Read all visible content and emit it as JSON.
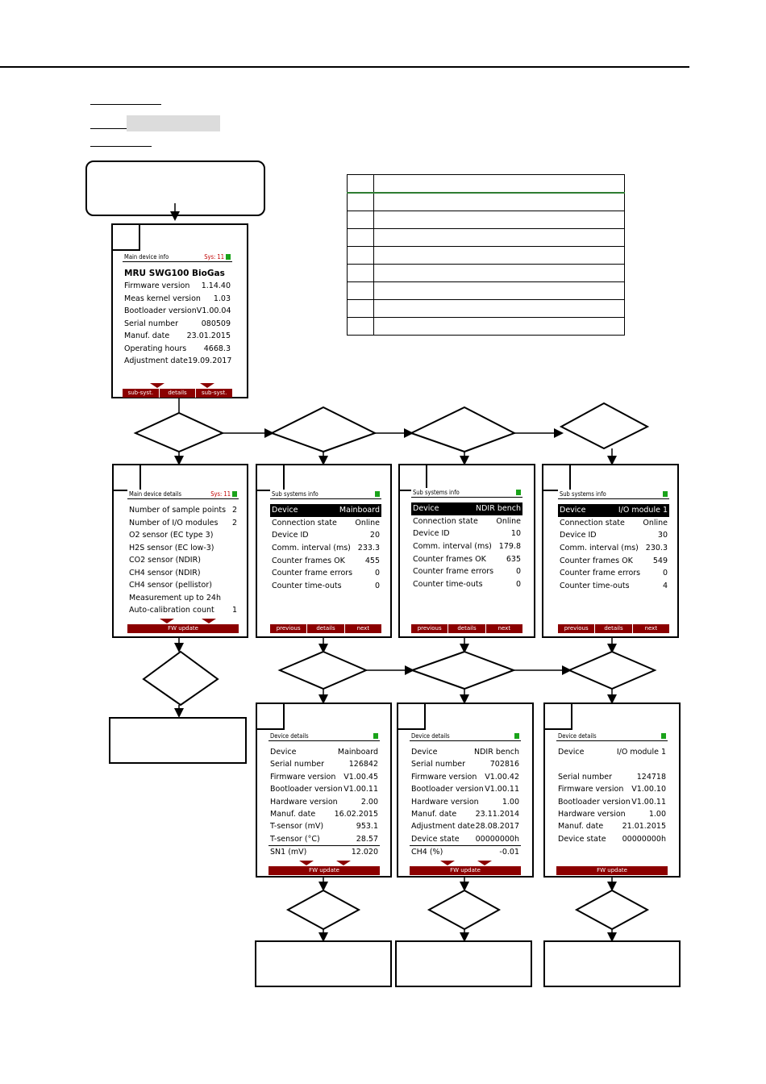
{
  "screens": {
    "main_info": {
      "header": "Main device info",
      "header_right": "Sys: 11",
      "title": "MRU SWG100 BioGas",
      "rows": [
        {
          "label": "Firmware version",
          "value": "1.14.40"
        },
        {
          "label": "Meas kernel version",
          "value": "1.03"
        },
        {
          "label": "Bootloader version",
          "value": "V1.00.04"
        },
        {
          "label": "Serial number",
          "value": "080509"
        },
        {
          "label": "Manuf. date",
          "value": "23.01.2015"
        },
        {
          "label": "Operating hours",
          "value": "4668.3"
        },
        {
          "label": "Adjustment date",
          "value": "19.09.2017"
        }
      ],
      "bar": [
        "sub-syst.",
        "details",
        "sub-syst."
      ]
    },
    "main_details": {
      "header": "Main device details",
      "header_right": "Sys: 11",
      "rows": [
        {
          "label": "Number of sample points",
          "value": "2"
        },
        {
          "label": "Number of I/O modules",
          "value": "2"
        },
        {
          "label": "O2 sensor (EC type 3)",
          "value": ""
        },
        {
          "label": "H2S sensor (EC low-3)",
          "value": ""
        },
        {
          "label": "CO2 sensor (NDIR)",
          "value": ""
        },
        {
          "label": "CH4 sensor (NDIR)",
          "value": ""
        },
        {
          "label": "CH4 sensor (pellistor)",
          "value": ""
        },
        {
          "label": "Measurement up to 24h",
          "value": ""
        },
        {
          "label": "Auto-calibration count",
          "value": "1"
        }
      ],
      "bar": [
        "FW update"
      ]
    },
    "sub_mainboard": {
      "header": "Sub systems info",
      "rows": [
        {
          "label": "Device",
          "value": "Mainboard"
        },
        {
          "label": "Connection state",
          "value": "Online"
        },
        {
          "label": "Device ID",
          "value": "20"
        },
        {
          "label": "Comm. interval (ms)",
          "value": "233.3"
        },
        {
          "label": "Counter frames OK",
          "value": "455"
        },
        {
          "label": "Counter frame errors",
          "value": "0"
        },
        {
          "label": "Counter time-outs",
          "value": "0"
        }
      ],
      "bar": [
        "previous",
        "details",
        "next"
      ]
    },
    "sub_ndir": {
      "header": "Sub systems info",
      "rows": [
        {
          "label": "Device",
          "value": "NDIR bench"
        },
        {
          "label": "Connection state",
          "value": "Online"
        },
        {
          "label": "Device ID",
          "value": "10"
        },
        {
          "label": "Comm. interval (ms)",
          "value": "179.8"
        },
        {
          "label": "Counter frames OK",
          "value": "635"
        },
        {
          "label": "Counter frame errors",
          "value": "0"
        },
        {
          "label": "Counter time-outs",
          "value": "0"
        }
      ],
      "bar": [
        "previous",
        "details",
        "next"
      ]
    },
    "sub_io": {
      "header": "Sub systems info",
      "rows": [
        {
          "label": "Device",
          "value": "I/O module 1"
        },
        {
          "label": "Connection state",
          "value": "Online"
        },
        {
          "label": "Device ID",
          "value": "30"
        },
        {
          "label": "Comm. interval (ms)",
          "value": "230.3"
        },
        {
          "label": "Counter frames OK",
          "value": "549"
        },
        {
          "label": "Counter frame errors",
          "value": "0"
        },
        {
          "label": "Counter time-outs",
          "value": "4"
        }
      ],
      "bar": [
        "previous",
        "details",
        "next"
      ]
    },
    "det_mainboard": {
      "header": "Device details",
      "rows": [
        {
          "label": "Device",
          "value": "Mainboard"
        },
        {
          "label": "Serial number",
          "value": "126842"
        },
        {
          "label": "Firmware version",
          "value": "V1.00.45"
        },
        {
          "label": "Bootloader version",
          "value": "V1.00.11"
        },
        {
          "label": "Hardware version",
          "value": "2.00"
        },
        {
          "label": "Manuf. date",
          "value": "16.02.2015"
        },
        {
          "label": "T-sensor (mV)",
          "value": "953.1"
        },
        {
          "label": "T-sensor (°C)",
          "value": "28.57"
        },
        {
          "label": "SN1 (mV)",
          "value": "12.020"
        }
      ],
      "bar": [
        "FW update"
      ]
    },
    "det_ndir": {
      "header": "Device details",
      "rows": [
        {
          "label": "Device",
          "value": "NDIR bench"
        },
        {
          "label": "Serial number",
          "value": "702816"
        },
        {
          "label": "Firmware version",
          "value": "V1.00.42"
        },
        {
          "label": "Bootloader version",
          "value": "V1.00.11"
        },
        {
          "label": "Hardware version",
          "value": "1.00"
        },
        {
          "label": "Manuf. date",
          "value": "23.11.2014"
        },
        {
          "label": "Adjustment date",
          "value": "28.08.2017"
        },
        {
          "label": "Device state",
          "value": "00000000h"
        },
        {
          "label": "CH4 (%)",
          "value": "-0.01"
        }
      ],
      "bar": [
        "FW update"
      ]
    },
    "det_io": {
      "header": "Device details",
      "rows": [
        {
          "label": "Device",
          "value": "I/O module 1"
        },
        {
          "label": "",
          "value": ""
        },
        {
          "label": "Serial number",
          "value": "124718"
        },
        {
          "label": "Firmware version",
          "value": "V1.00.10"
        },
        {
          "label": "Bootloader version",
          "value": "V1.00.11"
        },
        {
          "label": "Hardware version",
          "value": "1.00"
        },
        {
          "label": "Manuf. date",
          "value": "21.01.2015"
        },
        {
          "label": "Device state",
          "value": "00000000h"
        }
      ],
      "bar": [
        "FW update"
      ]
    }
  },
  "colors": {
    "bar": "#8b0000",
    "status_ok": "#1aa31a",
    "sys_text": "#c00000",
    "legend_accent": "#2e7d32"
  }
}
